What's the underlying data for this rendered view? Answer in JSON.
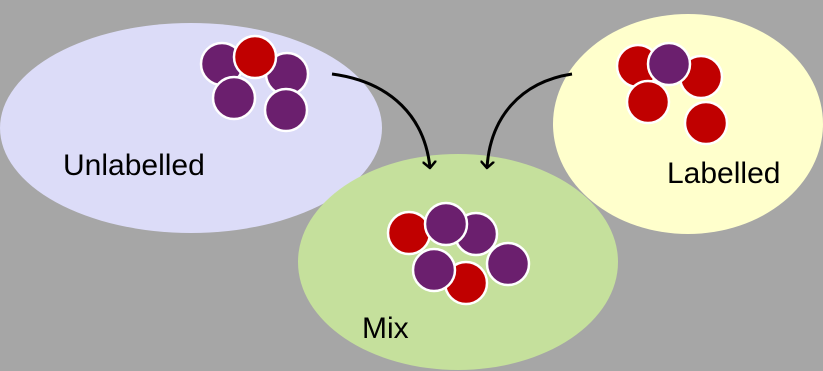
{
  "diagram": {
    "background_color": "#a6a6a6",
    "groups": {
      "unlabelled": {
        "label": "Unlabelled",
        "fill_color": "#dcdcf8"
      },
      "labelled": {
        "label": "Labelled",
        "fill_color": "#ffffcc"
      },
      "mix": {
        "label": "Mix",
        "fill_color": "#c5e09c"
      }
    },
    "particle_colors": {
      "purple": "#6b1f6e",
      "red": "#c00000"
    },
    "arrows": [
      {
        "from": "unlabelled",
        "to": "mix"
      },
      {
        "from": "labelled",
        "to": "mix"
      }
    ]
  }
}
